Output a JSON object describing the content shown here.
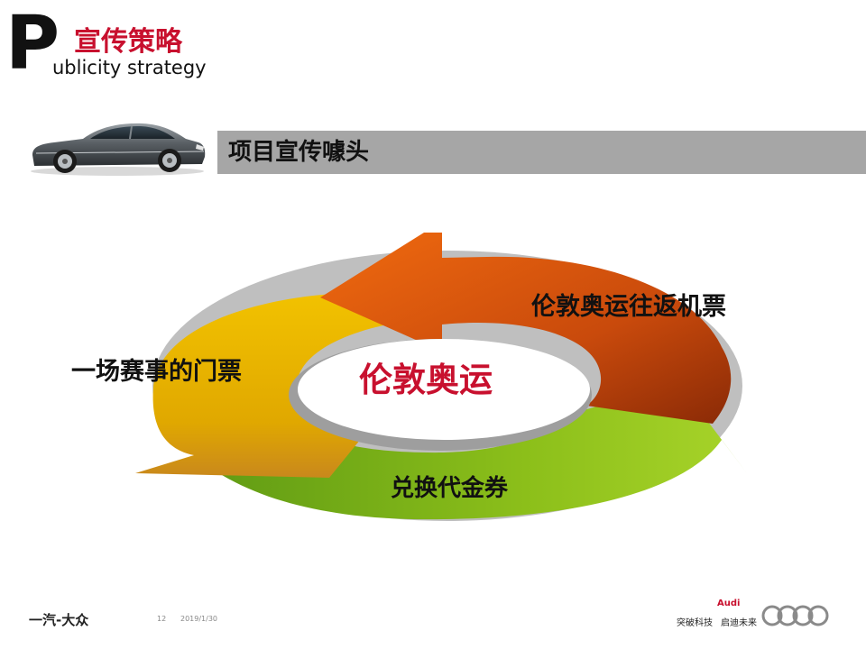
{
  "header": {
    "letter": "P",
    "title_cn": "宣传策略",
    "title_en": "ublicity strategy"
  },
  "section": {
    "title": "项目宣传噱头"
  },
  "cycle": {
    "center": "伦敦奥运",
    "items": [
      {
        "label": "伦敦奥运往返机票"
      },
      {
        "label": "一场赛事的门票"
      },
      {
        "label": "兑换代金券"
      }
    ]
  },
  "footer": {
    "logo_text": "一汽-大众",
    "page_number": "12",
    "date": "2019/1/30",
    "brand": "Audi",
    "slogan_1": "突破科技",
    "slogan_2": "启迪未来"
  },
  "colors": {
    "accent_red": "#c8102e",
    "bar_gray": "#a6a6a6",
    "arrow_orange": "#c94a0c",
    "arrow_yellow": "#e0a800",
    "arrow_green": "#8cbf1a"
  }
}
